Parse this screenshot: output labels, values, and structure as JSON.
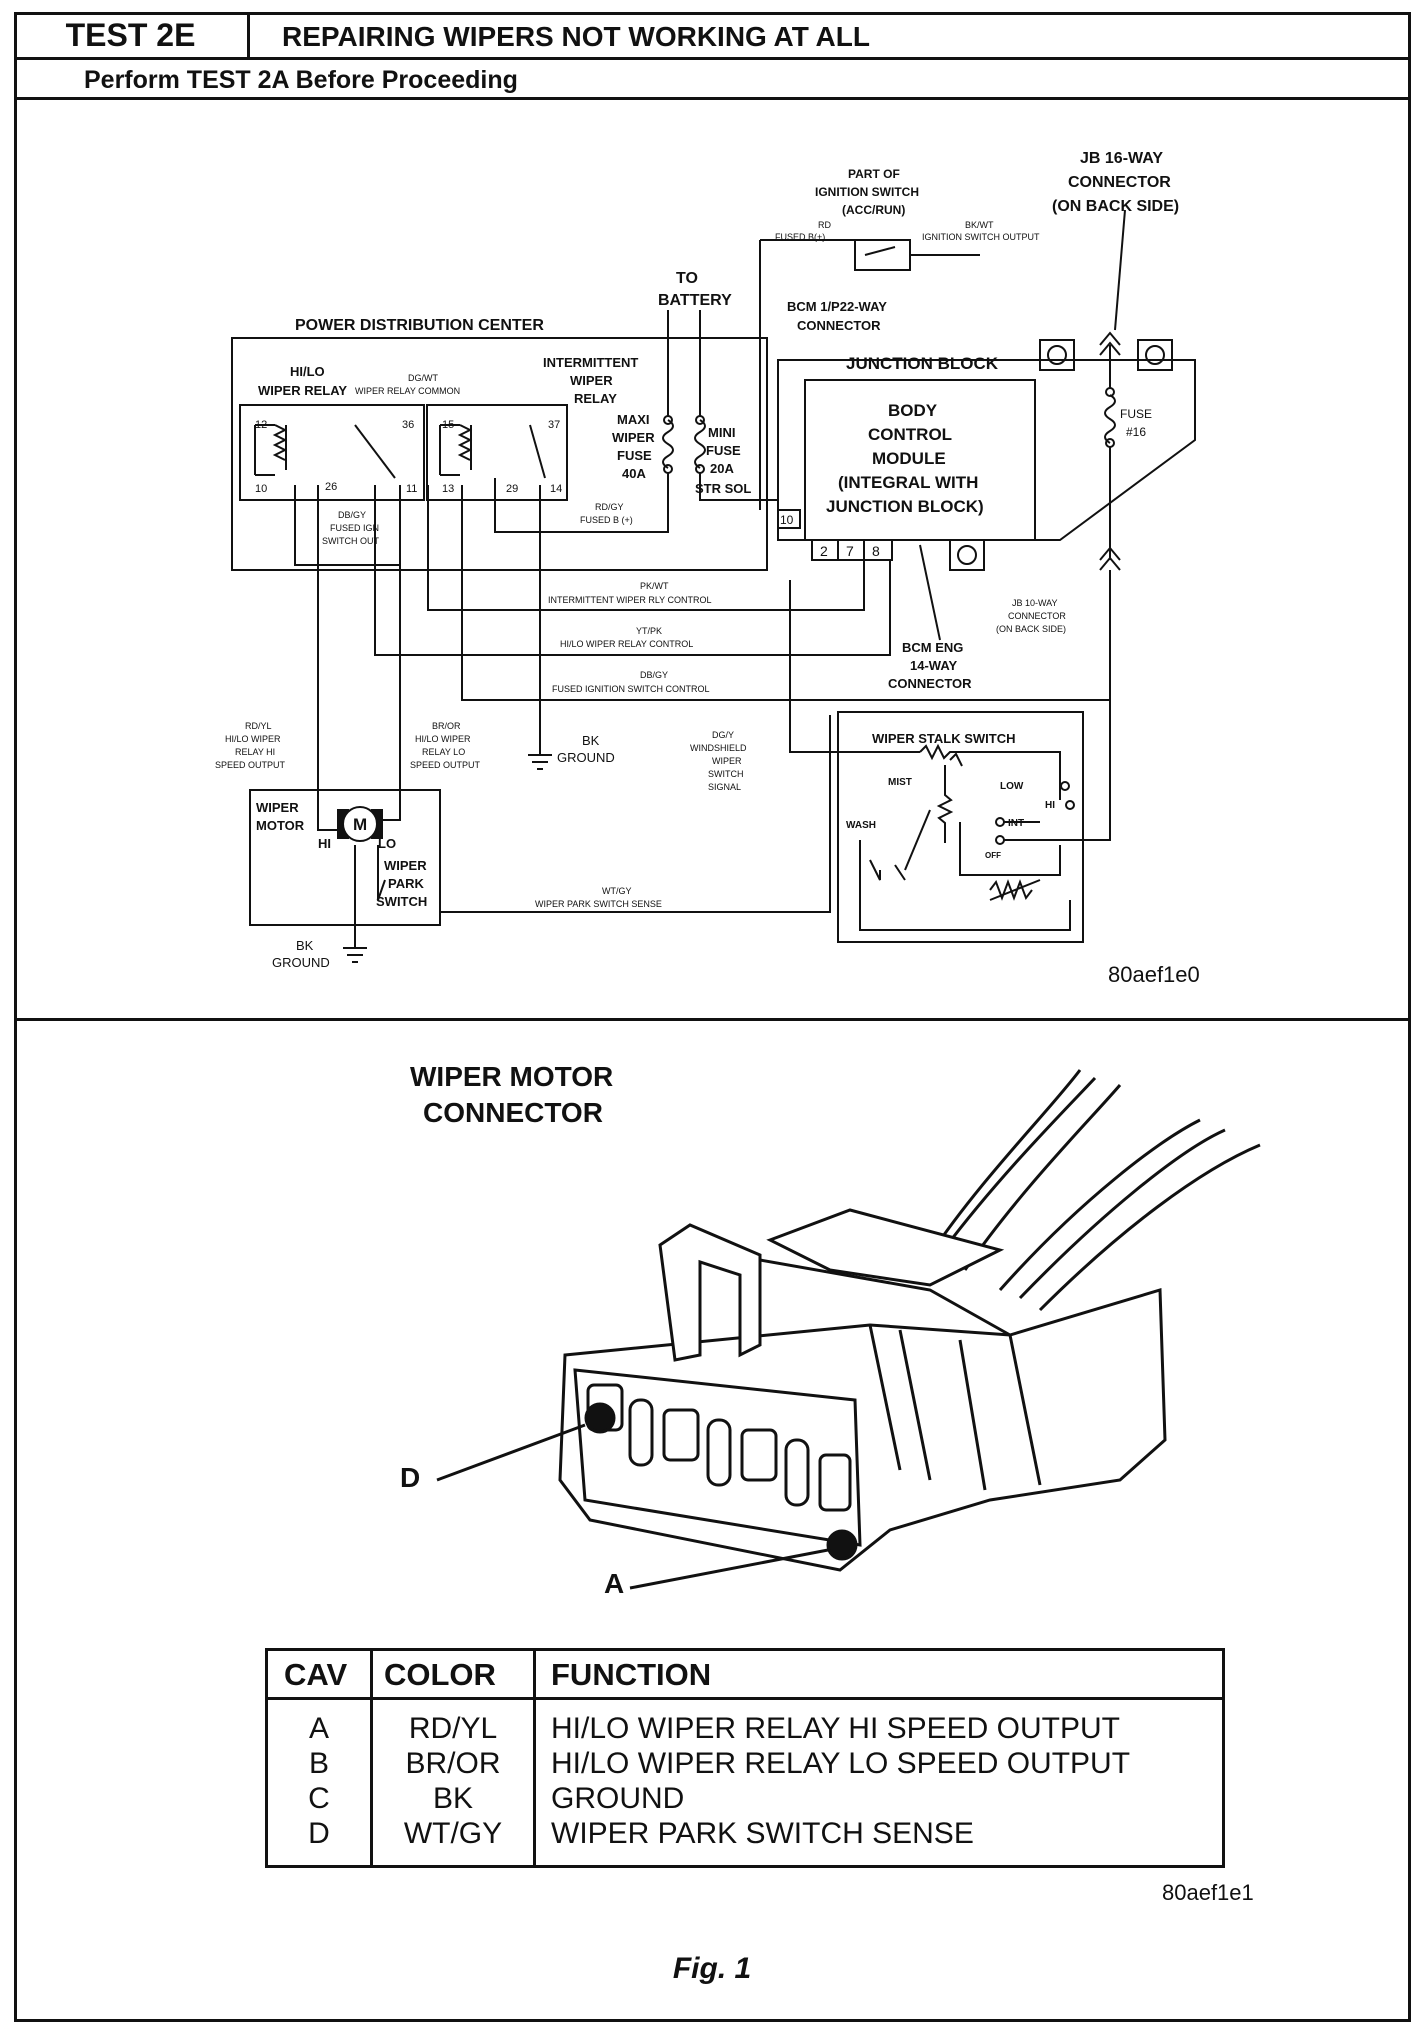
{
  "header": {
    "test_id": "TEST 2E",
    "title": "REPAIRING WIPERS NOT WORKING AT ALL",
    "subtitle": "Perform TEST 2A Before Proceeding"
  },
  "schematic": {
    "ref_code": "80aef1e0",
    "labels": {
      "pdc": "POWER DISTRIBUTION CENTER",
      "to_battery_1": "TO",
      "to_battery_2": "BATTERY",
      "ign_1": "PART OF",
      "ign_2": "IGNITION SWITCH",
      "ign_3": "(ACC/RUN)",
      "ign_in": "RD",
      "ign_in_2": "FUSED B(+)",
      "ign_out": "BK/WT",
      "ign_out_2": "IGNITION SWITCH OUTPUT",
      "jb16_1": "JB 16-WAY",
      "jb16_2": "CONNECTOR",
      "jb16_3": "(ON BACK SIDE)",
      "bcm22_1": "BCM 1/P22-WAY",
      "bcm22_2": "CONNECTOR",
      "junction_block": "JUNCTION BLOCK",
      "bcm_1": "BODY",
      "bcm_2": "CONTROL",
      "bcm_3": "MODULE",
      "bcm_4": "(INTEGRAL WITH",
      "bcm_5": "JUNCTION BLOCK)",
      "fuse16_1": "FUSE",
      "fuse16_2": "#16",
      "hilo_1": "HI/LO",
      "hilo_2": "WIPER RELAY",
      "dgwt_1": "DG/WT",
      "dgwt_2": "WIPER RELAY COMMON",
      "int_1": "INTERMITTENT",
      "int_2": "WIPER",
      "int_3": "RELAY",
      "maxi_1": "MAXI",
      "maxi_2": "WIPER",
      "maxi_3": "FUSE",
      "maxi_4": "40A",
      "mini_1": "MINI",
      "mini_2": "FUSE",
      "mini_3": "20A",
      "mini_4": "STR SOL",
      "rdgy_1": "RD/GY",
      "rdgy_2": "FUSED B (+)",
      "dbgy_1": "DB/GY",
      "dbgy_2": "FUSED IGN",
      "dbgy_3": "SWITCH OUT",
      "pkwt_1": "PK/WT",
      "pkwt_2": "INTERMITTENT WIPER RLY CONTROL",
      "ytpk_1": "YT/PK",
      "ytpk_2": "HI/LO WIPER RELAY CONTROL",
      "dbgy2_1": "DB/GY",
      "dbgy2_2": "FUSED IGNITION SWITCH CONTROL",
      "bcm14_1": "BCM ENG",
      "bcm14_2": "14-WAY",
      "bcm14_3": "CONNECTOR",
      "jb10_1": "JB 10-WAY",
      "jb10_2": "CONNECTOR",
      "jb10_3": "(ON BACK SIDE)",
      "rdyl_1": "RD/YL",
      "rdyl_2": "HI/LO WIPER",
      "rdyl_3": "RELAY HI",
      "rdyl_4": "SPEED OUTPUT",
      "bror_1": "BR/OR",
      "bror_2": "HI/LO WIPER",
      "bror_3": "RELAY LO",
      "bror_4": "SPEED OUTPUT",
      "bk": "BK",
      "ground": "GROUND",
      "dgy_1": "DG/Y",
      "dgy_2": "WINDSHIELD",
      "dgy_3": "WIPER",
      "dgy_4": "SWITCH",
      "dgy_5": "SIGNAL",
      "stalk": "WIPER STALK SWITCH",
      "mist": "MIST",
      "low": "LOW",
      "hi": "HI",
      "wash": "WASH",
      "int": "INT",
      "off": "OFF",
      "motor_1": "WIPER",
      "motor_2": "MOTOR",
      "motor_m": "M",
      "motor_hi": "HI",
      "motor_lo": "LO",
      "park_1": "WIPER",
      "park_2": "PARK",
      "park_3": "SWITCH",
      "wtgy_1": "WT/GY",
      "wtgy_2": "WIPER PARK SWITCH SENSE",
      "pin_12": "12",
      "pin_10": "10",
      "pin_26": "26",
      "pin_36": "36",
      "pin_11": "11",
      "pin_15": "15",
      "pin_13": "13",
      "pin_29": "29",
      "pin_37": "37",
      "pin_14": "14",
      "pin_b10": "10",
      "pin_2": "2",
      "pin_7": "7",
      "pin_8": "8"
    }
  },
  "connector": {
    "title_1": "WIPER MOTOR",
    "title_2": "CONNECTOR",
    "callout_d": "D",
    "callout_a": "A",
    "ref_code": "80aef1e1"
  },
  "table": {
    "headers": [
      "CAV",
      "COLOR",
      "FUNCTION"
    ],
    "rows": [
      {
        "cav": "A",
        "color": "RD/YL",
        "function": "HI/LO WIPER RELAY HI SPEED OUTPUT"
      },
      {
        "cav": "B",
        "color": "BR/OR",
        "function": "HI/LO WIPER RELAY LO SPEED OUTPUT"
      },
      {
        "cav": "C",
        "color": "BK",
        "function": "GROUND"
      },
      {
        "cav": "D",
        "color": "WT/GY",
        "function": "WIPER PARK SWITCH SENSE"
      }
    ]
  },
  "figure_caption": "Fig. 1"
}
